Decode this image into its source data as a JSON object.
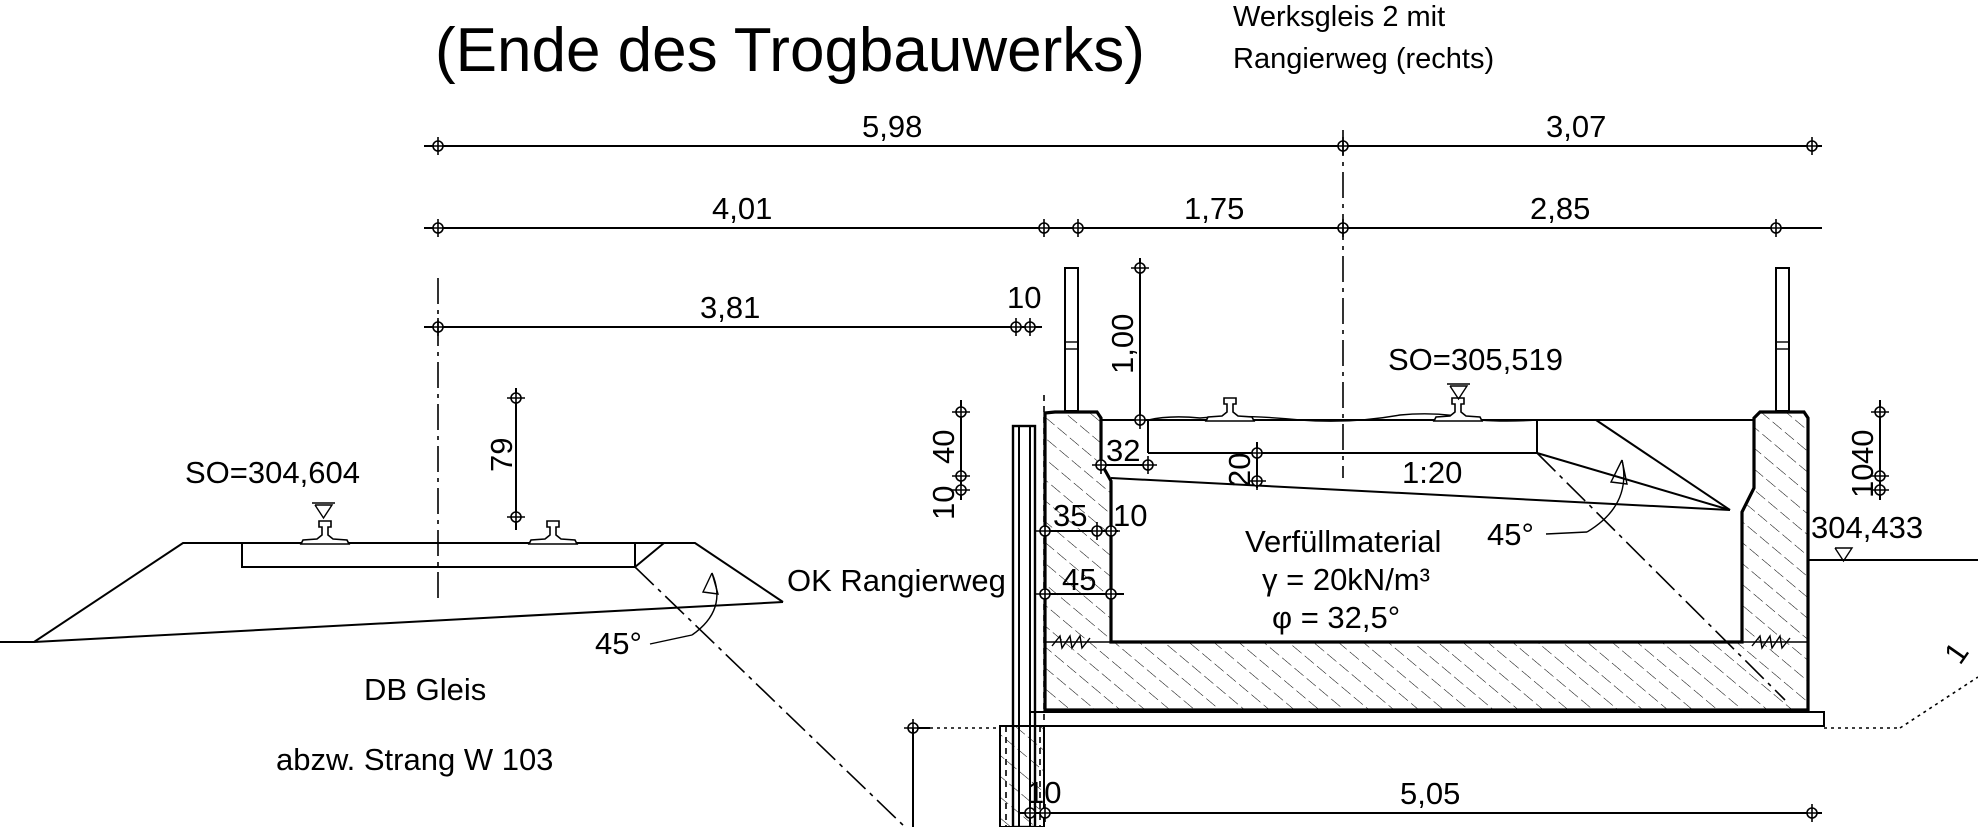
{
  "title": "(Ende des Trogbauwerks)",
  "werksgleis_label": {
    "line1": "Werksgleis 2 mit",
    "line2": "Rangierweg (rechts)"
  },
  "dimensions": {
    "d598": "5,98",
    "d307": "3,07",
    "d401": "4,01",
    "d175": "1,75",
    "d285": "2,85",
    "d381": "3,81",
    "d10_top": "10",
    "d100": "1,00",
    "d79": "79",
    "d40_left": "40",
    "d10_left": "10",
    "d32": "32",
    "d20": "20",
    "d35": "35",
    "d10_mid": "10",
    "d45": "45",
    "d40_right": "40",
    "d10_right": "10",
    "d10_bottom": "10",
    "d505": "5,05"
  },
  "labels": {
    "so_left": "SO=304,604",
    "so_right": "SO=305,519",
    "level_right": "304,433",
    "slope": "1:20",
    "angle_left": "45°",
    "angle_right": "45°",
    "ok_rangierweg": "OK Rangierweg",
    "fill_name": "Verfüllmaterial",
    "fill_gamma": "γ = 20kN/m³",
    "fill_phi": "φ = 32,5°",
    "db_gleis": "DB Gleis",
    "strang": "abzw. Strang W 103",
    "edge_mark": "1"
  }
}
